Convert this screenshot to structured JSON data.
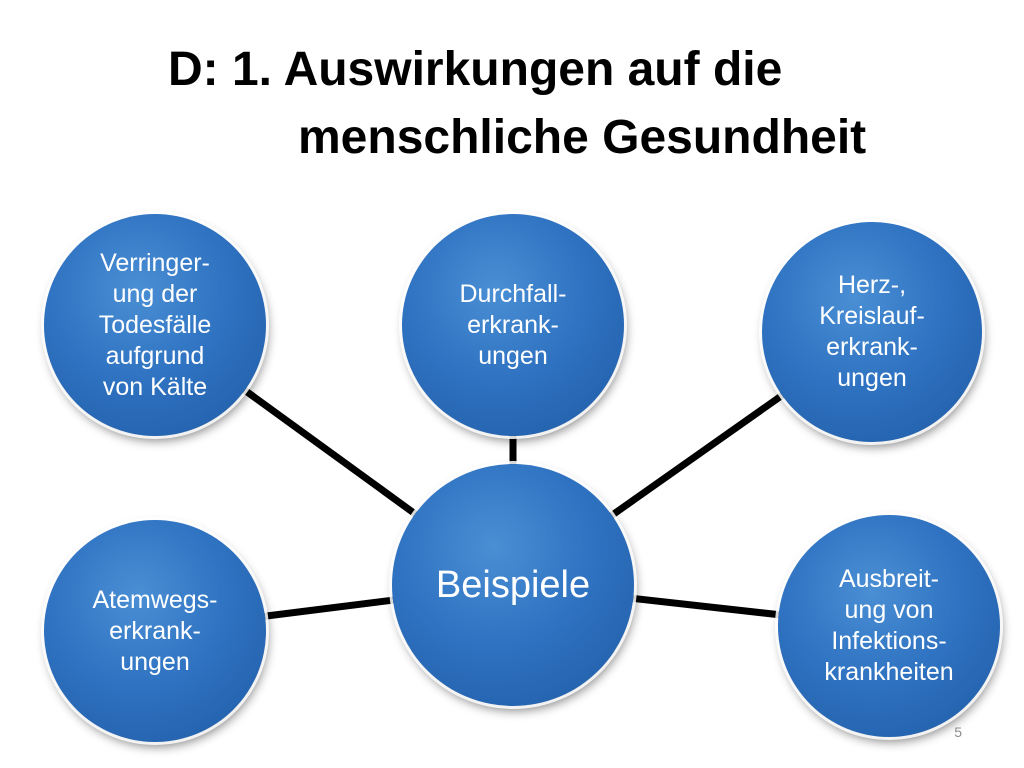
{
  "slide": {
    "title_line1": "D: 1. Auswirkungen auf die",
    "title_line2": "menschliche Gesundheit",
    "page_number": "5"
  },
  "diagram": {
    "center": "Beispiele",
    "nodes": [
      "Verringer-\nung der\nTodesfälle\naufgrund\nvon Kälte",
      "Durchfall-\nerkrank-\nungen",
      "Herz-,\nKreislauf-\nerkrank-\nungen",
      "Atemwegs-\nerkrank-\nungen",
      "Ausbreit-\nung von\nInfektions-\nkrankheiten"
    ],
    "colors": {
      "node_fill": "#2f73c2",
      "connector": "#000000",
      "text": "#ffffff"
    }
  }
}
